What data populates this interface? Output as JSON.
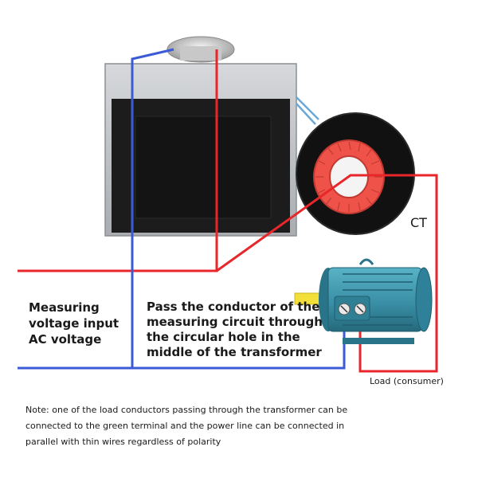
{
  "labels": {
    "measuring_voltage": "Measuring\nvoltage input\nAC voltage",
    "pass_conductor": "Pass the conductor of the\nmeasuring circuit through\nthe circular hole in the\nmiddle of the transformer",
    "ct": "CT",
    "load": "Load (consumer)",
    "note": "Note: one of the load conductors passing through the transformer can be\nconnected to the green terminal and the power line can be connected in\nparallel with thin wires regardless of polarity"
  },
  "colors": {
    "live_wire": "#e8262b",
    "neutral_wire": "#3b5bd6",
    "ct_wire": "#6aa8d8",
    "meter_frame": "#b9bcc0",
    "meter_screen": "#141414",
    "ct_core": "#151515",
    "ct_winding": "#ee5248",
    "motor_body": "#3a8fa6",
    "terminal_box": "#2f7f95"
  },
  "icons": {
    "meter": "panel-meter-icon",
    "ct": "current-transformer-icon",
    "motor": "electric-motor-icon"
  }
}
